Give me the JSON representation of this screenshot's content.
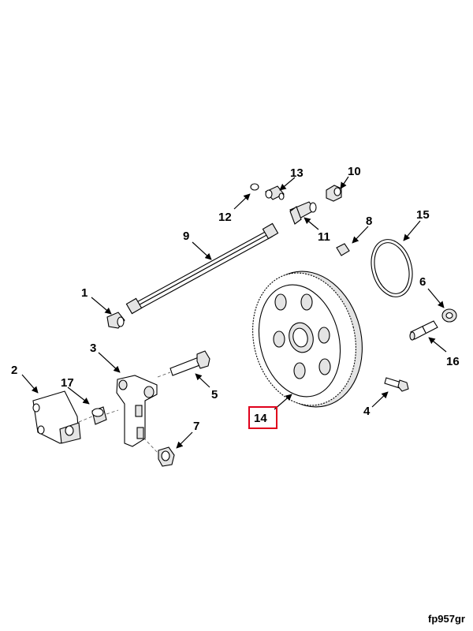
{
  "diagram": {
    "reference_code": "fp957gr",
    "highlight_color": "#e0001b",
    "highlighted_callout": "14",
    "callouts": [
      {
        "id": "1",
        "part": "elbow fitting"
      },
      {
        "id": "2",
        "part": "bracket"
      },
      {
        "id": "3",
        "part": "support arm"
      },
      {
        "id": "4",
        "part": "capscrew"
      },
      {
        "id": "5",
        "part": "capscrew"
      },
      {
        "id": "6",
        "part": "washer"
      },
      {
        "id": "7",
        "part": "capscrew"
      },
      {
        "id": "8",
        "part": "plug"
      },
      {
        "id": "9",
        "part": "tube"
      },
      {
        "id": "10",
        "part": "nut"
      },
      {
        "id": "11",
        "part": "tee fitting"
      },
      {
        "id": "12",
        "part": "o-ring"
      },
      {
        "id": "13",
        "part": "connector"
      },
      {
        "id": "14",
        "part": "gear"
      },
      {
        "id": "15",
        "part": "o-ring"
      },
      {
        "id": "16",
        "part": "dowel"
      },
      {
        "id": "17",
        "part": "spacer"
      }
    ]
  }
}
